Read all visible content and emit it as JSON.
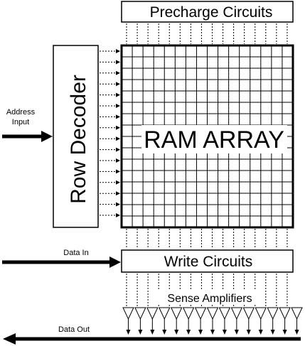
{
  "labels": {
    "precharge": "Precharge Circuits",
    "row_decoder": "Row Decoder",
    "ram_array": "RAM ARRAY",
    "write": "Write Circuits",
    "sense": "Sense Amplifiers",
    "address_line1": "Address",
    "address_line2": "Input",
    "data_in": "Data In",
    "data_out": "Data Out"
  },
  "colors": {
    "ink": "#000000",
    "background": "#ffffff"
  },
  "grid": {
    "columns": 16,
    "rows": 16,
    "word_lines": 16,
    "sense_amplifiers": 15
  }
}
